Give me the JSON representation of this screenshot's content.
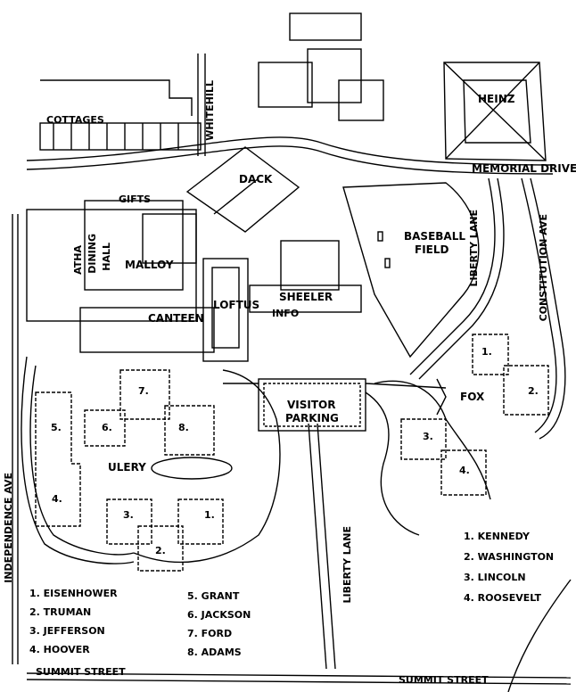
{
  "buildings": {
    "heinz": "HEINZ",
    "cottages": "COTTAGES",
    "dack": "DACK",
    "gifts": "GIFTS",
    "atha_dining_hall_1": "ATHA",
    "atha_dining_hall_2": "DINING",
    "atha_dining_hall_3": "HALL",
    "malloy": "MALLOY",
    "sheeler": "SHEELER",
    "loftus": "LOFTUS",
    "info": "INFO",
    "canteen": "CANTEEN",
    "baseball_field_1": "BASEBALL",
    "baseball_field_2": "FIELD",
    "visitor_parking_1": "VISITOR",
    "visitor_parking_2": "PARKING",
    "fox": "FOX",
    "ulery": "ULERY"
  },
  "roads": {
    "whitehill": "WHITEHILL",
    "memorial_drive": "MEMORIAL DRIVE",
    "liberty_lane_north": "LIBERTY LANE",
    "constitution_ave": "CONSTITUTION AVE",
    "independence_ave": "INDEPENDENCE AVE",
    "liberty_lane_south": "LIBERTY LANE",
    "summit_street_west": "SUMMIT STREET",
    "summit_street_east": "SUMMIT STREET"
  },
  "cottage_numbers_west": [
    "1.",
    "2.",
    "3.",
    "4.",
    "5.",
    "6.",
    "7.",
    "8."
  ],
  "cottage_numbers_east": [
    "1.",
    "2.",
    "3.",
    "4."
  ],
  "legend_west_col1": [
    "1. EISENHOWER",
    "2. TRUMAN",
    "3. JEFFERSON",
    "4. HOOVER"
  ],
  "legend_west_col2": [
    "5. GRANT",
    "6. JACKSON",
    "7. FORD",
    "8. ADAMS"
  ],
  "legend_east": [
    "1. KENNEDY",
    "2. WASHINGTON",
    "3. LINCOLN",
    "4. ROOSEVELT"
  ]
}
